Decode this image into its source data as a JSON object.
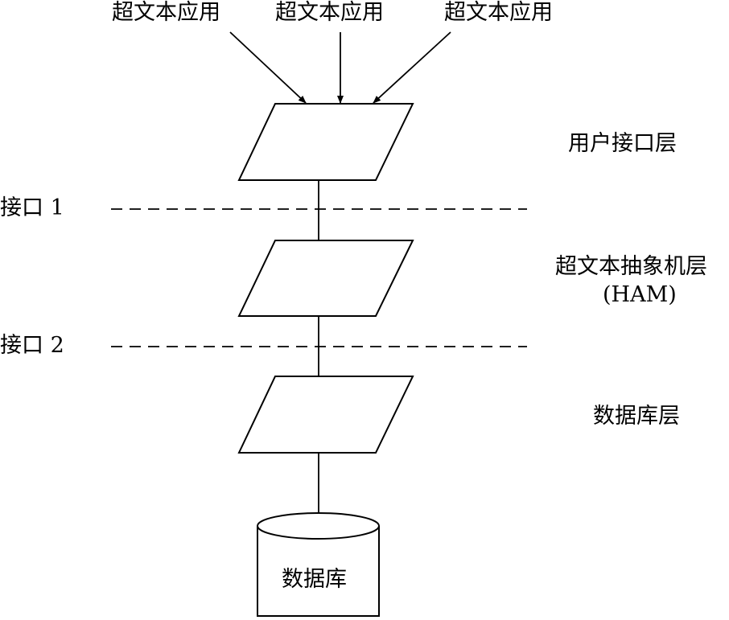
{
  "top_applications": [
    "超文本应用",
    "超文本应用",
    "超文本应用"
  ],
  "layers": {
    "user_interface": "用户接口层",
    "ham_line1": "超文本抽象机层",
    "ham_line2": "(HAM)",
    "database": "数据库层"
  },
  "interfaces": [
    "接口 1",
    "接口 2"
  ],
  "database_label": "数据库"
}
